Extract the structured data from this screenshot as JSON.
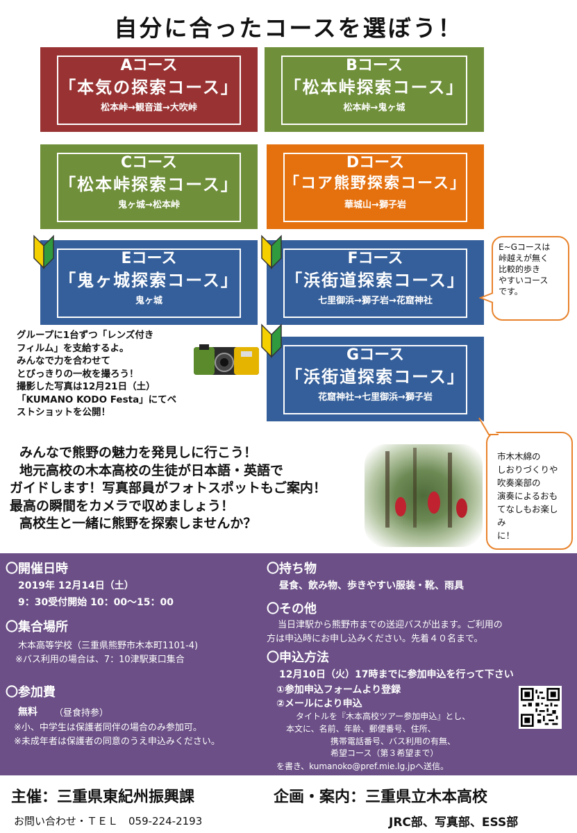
{
  "title": "自分に合ったコースを選ぼう！",
  "courses": {
    "a": {
      "name": "Aコース",
      "sub": "「本気の探索コース」",
      "route": "松本峠→観音道→大吹峠"
    },
    "b": {
      "name": "Bコース",
      "sub": "「松本峠探索コース」",
      "route": "松本峠→鬼ヶ城"
    },
    "c": {
      "name": "Cコース",
      "sub": "「松本峠探索コース」",
      "route": "鬼ヶ城→松本峠"
    },
    "d": {
      "name": "Dコース",
      "sub": "「コア熊野探索コース」",
      "route": "華城山→獅子岩"
    },
    "e": {
      "name": "Eコース",
      "sub": "「鬼ヶ城探索コース」",
      "route": "鬼ヶ城"
    },
    "f": {
      "name": "Fコース",
      "sub": "「浜街道探索コース」",
      "route": "七里御浜→獅子岩→花窟神社"
    },
    "g": {
      "name": "Gコース",
      "sub": "「浜街道探索コース」",
      "route": "花窟神社→七里御浜→獅子岩"
    }
  },
  "bubble_eg": [
    "E~Gコースは",
    "峠越えが無く",
    "比較的歩き",
    "やすいコース",
    "です。"
  ],
  "film_text": [
    "グループに1台ずつ「レンズ付き",
    "フィルム」を支給するよ。",
    "みんなで力を合わせて",
    "とびっきりの一枚を撮ろう！",
    "撮影した写真は12月21日（土）",
    "「KUMANO KODO Festa」にてベ",
    "ストショットを公開！"
  ],
  "invite": [
    "みんなで熊野の魅力を発見しに行こう！",
    "地元高校の木本高校の生徒が日本語・英語で",
    "ガイドします！写真部員がフォトスポットもご案内！",
    "最高の瞬間をカメラで収めましょう！",
    "高校生と一緒に熊野を探索しませんか？"
  ],
  "bubble_music": [
    "市木木綿の",
    "しおりづくりや",
    "吹奏楽部の",
    "演奏によるおも",
    "てなしもお楽しみ",
    "に！"
  ],
  "info": {
    "date_h": "〇開催日時",
    "date_1": "2019年 12月14日（土）",
    "date_2": "9：30受付開始  10：00〜15：00",
    "place_h": "〇集合場所",
    "place_1": "木本高等学校（三重県熊野市木本町1101-4)",
    "place_2": "※バス利用の場合は、7：10津駅東口集合",
    "fee_h": "〇参加費",
    "fee_1": "無料",
    "fee_1b": "（昼食持参）",
    "fee_2": "※小、中学生は保護者同伴の場合のみ参加可。",
    "fee_3": "※未成年者は保護者の同意のうえ申込みください。",
    "bring_h": "〇持ち物",
    "bring_1": "昼食、飲み物、歩きやすい服装・靴、雨具",
    "other_h": "〇その他",
    "other_1": "当日津駅から熊野市までの送迎バスが出ます。ご利用の",
    "other_2": "方は申込時にお申し込みください。先着４０名まで。",
    "apply_h": "〇申込方法",
    "apply_1": "12月10日（火）17時までに参加申込を行って下さい",
    "apply_2": "①参加申込フォームより登録",
    "apply_3": "②メールにより申込",
    "apply_4": "タイトルを『木本高校ツアー参加申込』とし、",
    "apply_5": "本文に、名前、年齢、郵便番号、住所、",
    "apply_6": "携帯電話番号、バス利用の有無、",
    "apply_7": "希望コース（第３希望まで）",
    "apply_8": "を書き、kumanoko@pref.mie.lg.jpへ送信。"
  },
  "footer": {
    "host": "主催：三重県東紀州振興課",
    "plan": "企画・案内：三重県立木本高校",
    "contact": "お問い合わせ・ＴＥＬ　059-224-2193",
    "clubs": "JRC部、写真部、ESS部"
  },
  "colors": {
    "red": "#993333",
    "green": "#6f8f3a",
    "orange": "#e5700e",
    "blue": "#355f9a",
    "purple": "#6b4f86",
    "bubble_border": "#e8822a"
  },
  "icons": {
    "beginner_mark": "beginner-leaf-icon",
    "camera": "disposable-camera-icon",
    "qr": "qr-code-icon"
  }
}
